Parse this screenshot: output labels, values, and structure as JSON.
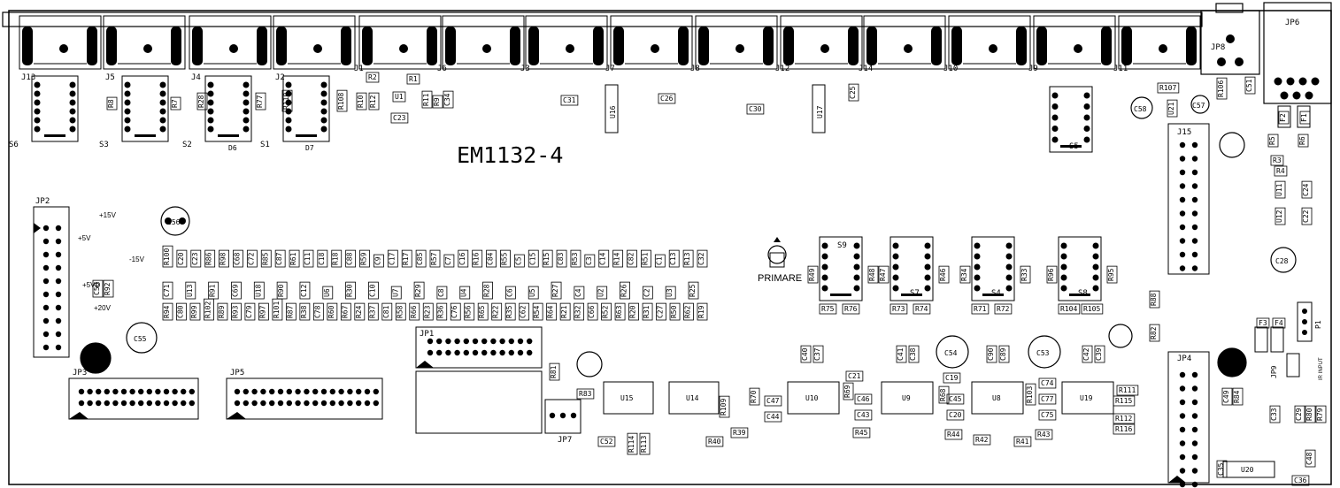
{
  "board": {
    "title": "EM1132-4",
    "primary_label": "PRIMARE",
    "ir_label": "IR INPUT",
    "voltages": [
      "+15V",
      "+5V",
      "-15V",
      "+5VD",
      "+20V"
    ]
  },
  "jacks": [
    {
      "ref": "J13",
      "sw": "S6",
      "r": [
        "R8"
      ]
    },
    {
      "ref": "J5",
      "sw": "S3",
      "r": [
        "R7"
      ]
    },
    {
      "ref": "J4",
      "sw": "S2",
      "r": [
        "R28",
        "R77"
      ]
    },
    {
      "ref": "J2",
      "sw": "S1",
      "r": [
        "R110",
        "R108"
      ]
    },
    {
      "ref": "J1"
    },
    {
      "ref": "J6"
    },
    {
      "ref": "J3"
    },
    {
      "ref": "J7"
    },
    {
      "ref": "J8"
    },
    {
      "ref": "J12"
    },
    {
      "ref": "J14"
    },
    {
      "ref": "J10"
    },
    {
      "ref": "J9"
    },
    {
      "ref": "J11"
    }
  ],
  "switches_lower": [
    {
      "ref": "S9",
      "r": [
        "R49",
        "R48",
        "R75",
        "R76"
      ]
    },
    {
      "ref": "S7",
      "r": [
        "R47",
        "R46",
        "R73",
        "R74"
      ]
    },
    {
      "ref": "S4",
      "r": [
        "R34",
        "R33",
        "R71",
        "R72"
      ]
    },
    {
      "ref": "S8",
      "r": [
        "R96",
        "R95",
        "R104",
        "R105"
      ]
    }
  ],
  "top_labels": [
    "R2",
    "R1",
    "U1",
    "R10",
    "R12",
    "R11",
    "R9",
    "C34",
    "C23",
    "C31",
    "U16",
    "C26",
    "C30",
    "U17",
    "C25",
    "S5",
    "C58",
    "U21",
    "R107",
    "C57",
    "R106",
    "C51",
    "JP8",
    "JP6",
    "F2",
    "F1",
    "J15",
    "R5",
    "R6",
    "R3",
    "R4",
    "U11",
    "C24",
    "U12",
    "C22",
    "C28",
    "D7",
    "D6"
  ],
  "row1": [
    "R100",
    "C20",
    "C23",
    "R86",
    "R98",
    "C68",
    "C72",
    "R85",
    "C87",
    "R61",
    "C11",
    "C18",
    "R18",
    "C88",
    "R59",
    "C9",
    "C17",
    "R17",
    "C85",
    "R57",
    "C7",
    "C16",
    "R16",
    "C84",
    "R55",
    "C5",
    "C15",
    "R15",
    "C83",
    "R53",
    "C3",
    "C14",
    "R14",
    "C82",
    "R51",
    "C1",
    "C13",
    "R13",
    "C32"
  ],
  "row2": [
    "C71",
    "U13",
    "R91",
    "C69",
    "U18",
    "R90",
    "C12",
    "U6",
    "R30",
    "C10",
    "U7",
    "R29",
    "C8",
    "U4",
    "R28",
    "C6",
    "U5",
    "R27",
    "C4",
    "U2",
    "R26",
    "C2",
    "U3",
    "R25"
  ],
  "row3": [
    "R94",
    "C80",
    "R99",
    "R102",
    "R89",
    "R93",
    "C79",
    "R97",
    "R101",
    "R87",
    "R38",
    "C78",
    "R60",
    "R67",
    "R24",
    "R37",
    "C81",
    "R58",
    "R66",
    "R23",
    "R36",
    "C76",
    "R56",
    "R65",
    "R22",
    "R35",
    "C62",
    "R54",
    "R64",
    "R21",
    "R32",
    "C66",
    "R52",
    "R63",
    "R20",
    "R31",
    "C27",
    "R50",
    "R62",
    "R19"
  ],
  "bottom_labels": [
    "JP2",
    "C56",
    "C50",
    "R92",
    "C55",
    "JP3",
    "JP5",
    "JP1",
    "R81",
    "R83",
    "JP7",
    "U15",
    "C52",
    "R114",
    "R113",
    "U14",
    "R109",
    "R40",
    "R39",
    "R70",
    "C47",
    "C44",
    "C40",
    "C37",
    "U10",
    "C21",
    "R69",
    "C46",
    "C43",
    "R45",
    "U9",
    "C41",
    "C38",
    "C19",
    "C54",
    "R68",
    "C45",
    "C20",
    "R44",
    "U8",
    "C90",
    "C89",
    "R42",
    "R103",
    "C74",
    "C77",
    "C75",
    "C53",
    "R41",
    "R43",
    "C42",
    "C39",
    "U19",
    "R111",
    "R115",
    "R112",
    "R116",
    "JP4",
    "C49",
    "R84",
    "C33",
    "C29",
    "R80",
    "R79",
    "JP9",
    "F3",
    "F4",
    "P1",
    "R88",
    "R82",
    "U20",
    "C35",
    "C48",
    "C36"
  ]
}
